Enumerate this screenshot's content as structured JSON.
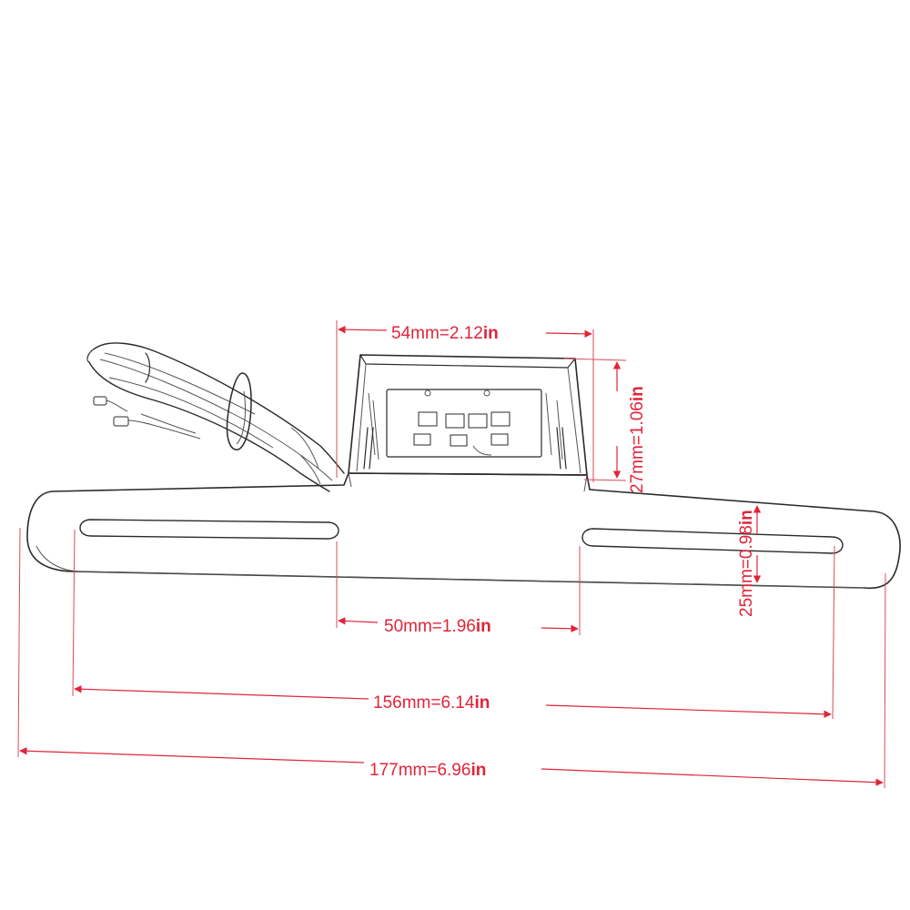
{
  "dimensions": {
    "top_width": {
      "value": "54mm=2.12",
      "unit": "in"
    },
    "height": {
      "value": "27mm=1.06",
      "unit": "in"
    },
    "plate_height": {
      "value": "25mm=0.98",
      "unit": "in"
    },
    "center_width": {
      "value": "50mm=1.96",
      "unit": "in"
    },
    "slot_span": {
      "value": "156mm=6.14",
      "unit": "in"
    },
    "total_width": {
      "value": "177mm=6.96",
      "unit": "in"
    }
  },
  "colors": {
    "dimension": "#e0243a",
    "sketch": "#2a2a2a"
  }
}
